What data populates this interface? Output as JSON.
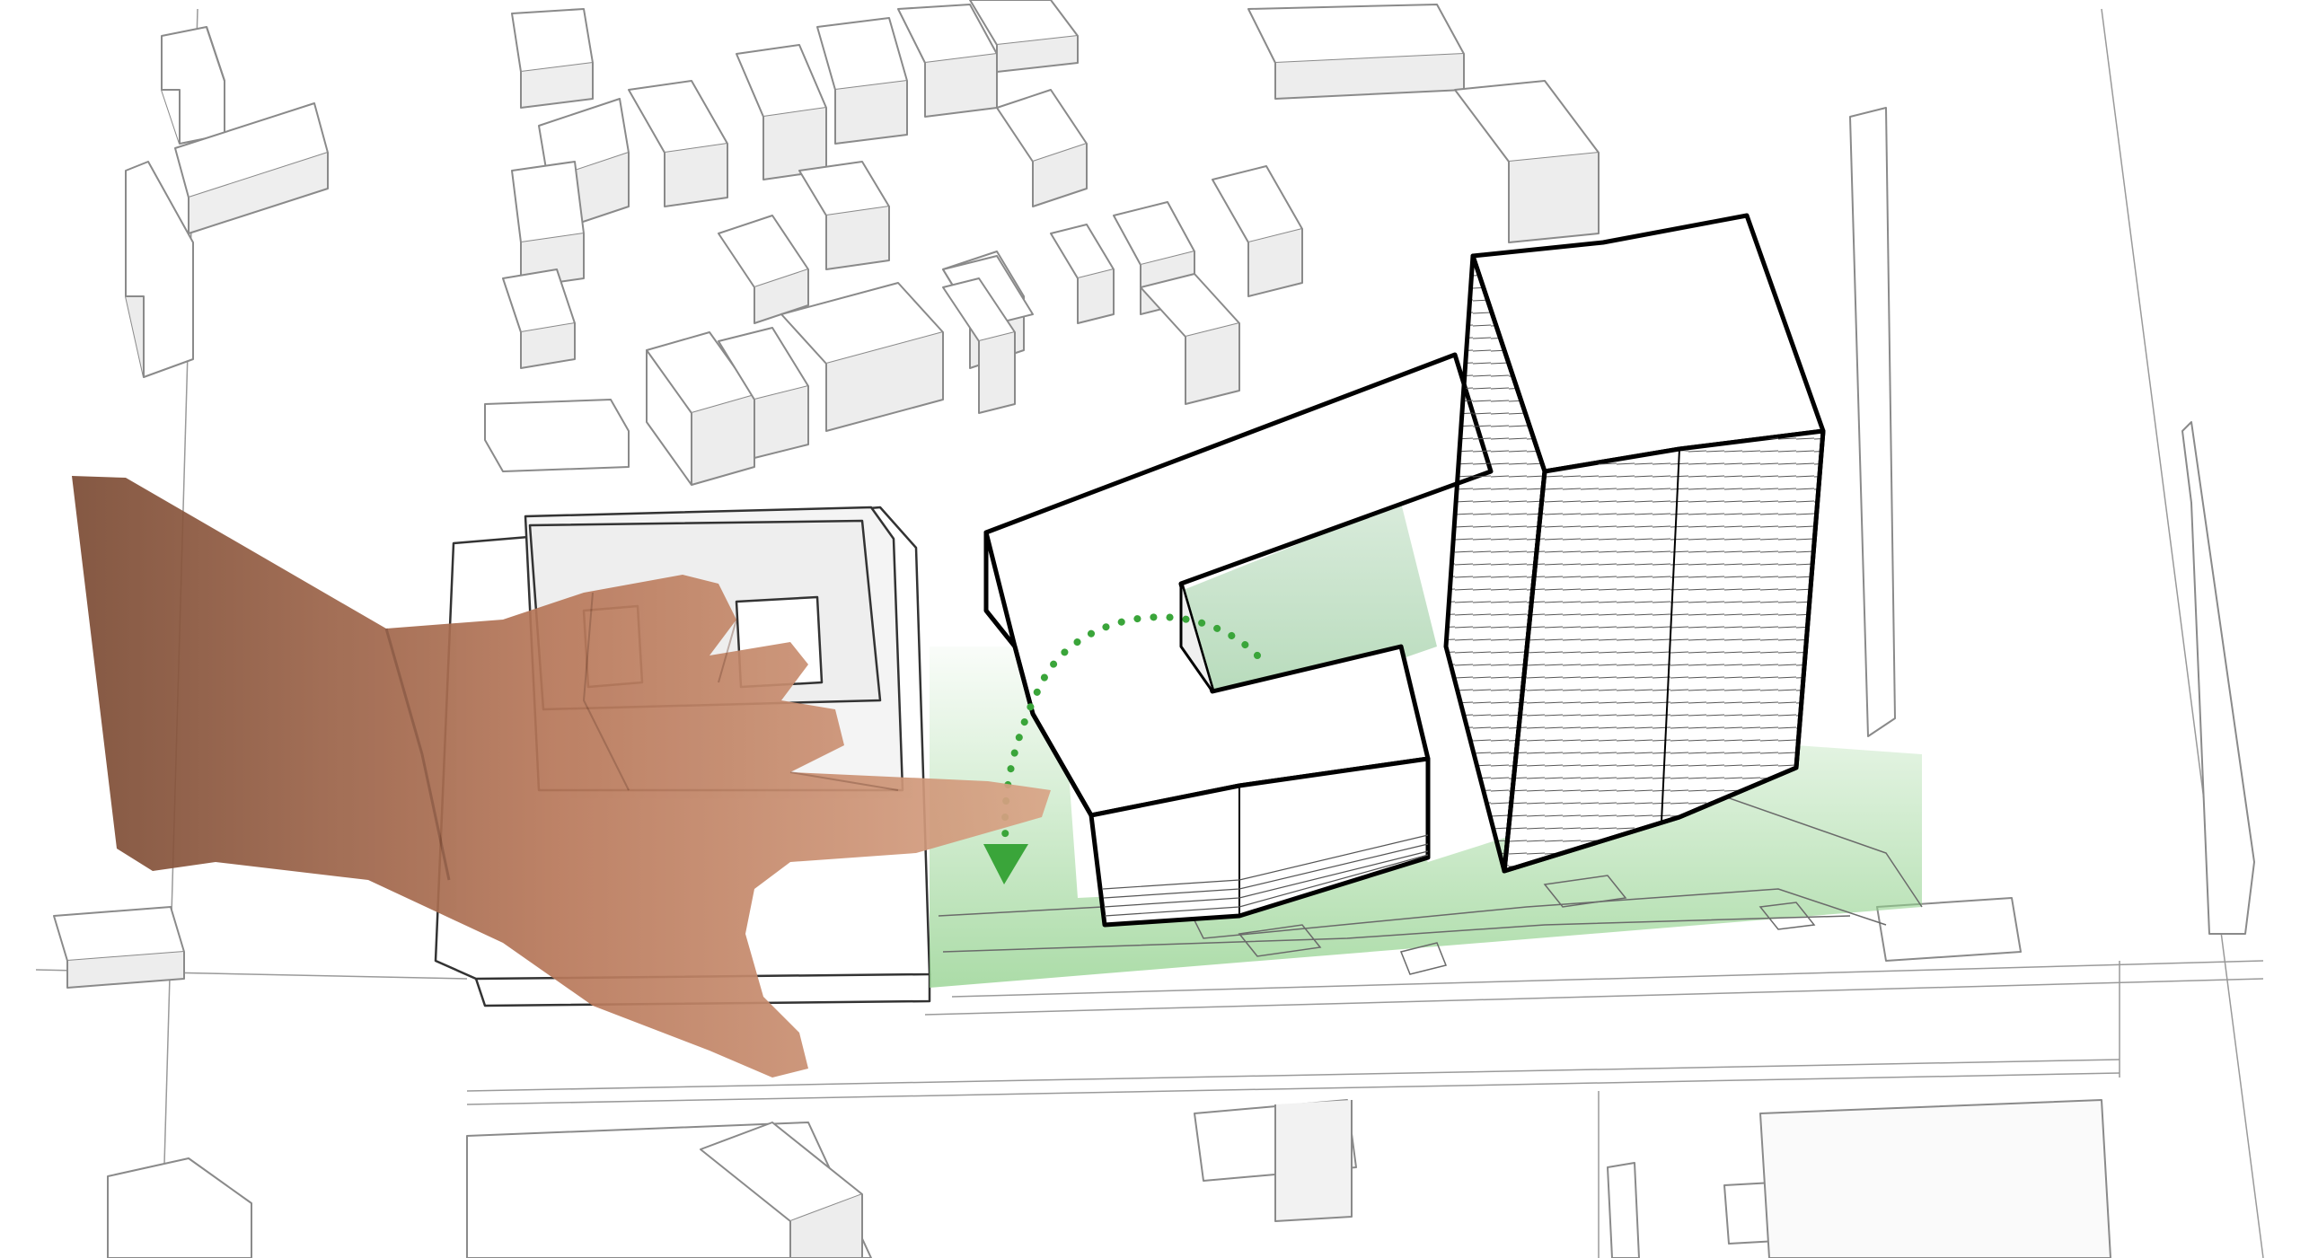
{
  "diagram": {
    "kind": "axonometric-site-massing",
    "labels": [],
    "palette": {
      "background": "#ffffff",
      "context_fill": "#ffffff",
      "context_shade": "#e6e6e6",
      "context_line": "#8a8a8a",
      "highlight_line": "#000000",
      "green_space": "#8fd08a",
      "arrow": "#3aa53a",
      "hand_skin": "#b07252"
    },
    "elements": {
      "context_buildings": "context-building",
      "proposed_podium": "proposed-podium-building",
      "proposed_tower": "proposed-tower-building",
      "green_courtyard": "green-courtyard",
      "rotation_arrow": "rotation-arrow-icon",
      "hand": "hand-icon"
    }
  }
}
